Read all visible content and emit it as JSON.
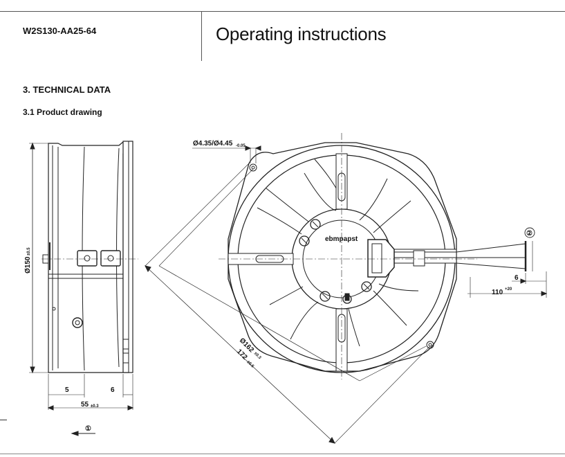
{
  "header": {
    "model": "W2S130-AA25-64",
    "title": "Operating instructions"
  },
  "section": {
    "heading": "3. TECHNICAL DATA",
    "subheading": "3.1 Product drawing"
  },
  "drawing": {
    "brand_logo": "ebmpapst",
    "dims": {
      "hole": "Ø4.35/Ø4.45",
      "hole_tol": "-0.05",
      "diameter": "Ø150",
      "diameter_tol": "±0.5",
      "circle": "Ø162",
      "circle_tol": "±0.3",
      "diag": "172",
      "diag_tol": "±0.5",
      "lead": "110",
      "lead_tol": "+20",
      "strip": "6",
      "flange_left": "5",
      "flange_right": "6",
      "depth": "55",
      "depth_tol": "±0.3"
    },
    "callouts": {
      "airflow": "①",
      "leads": "②"
    }
  }
}
